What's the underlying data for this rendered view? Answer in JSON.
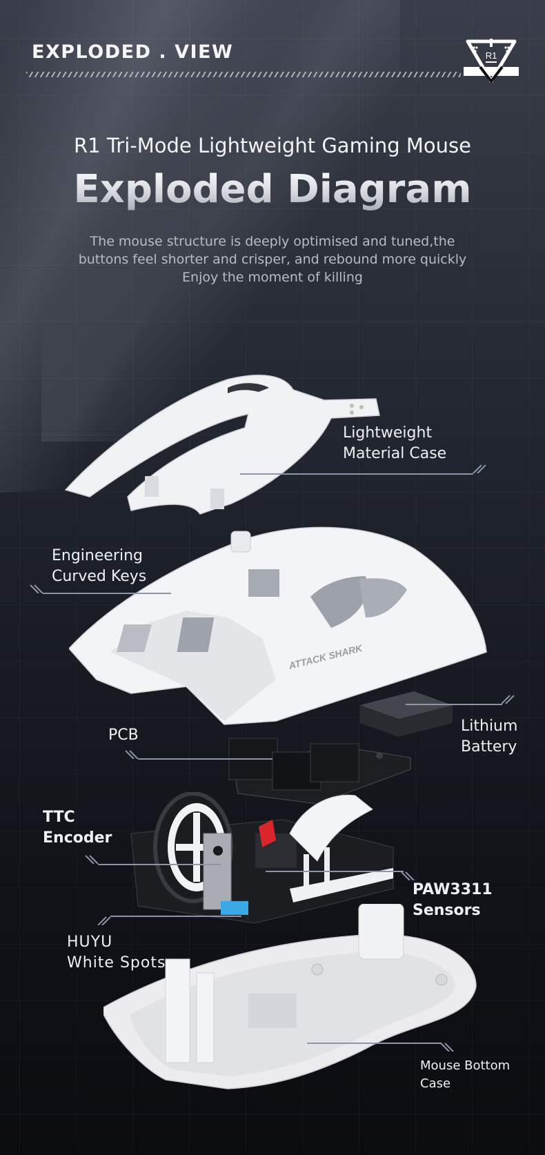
{
  "header": {
    "section_title": "EXPLODED . VIEW",
    "logo_text": "R1",
    "logo_icon": "triangle-r1-badge-icon"
  },
  "hero": {
    "subtitle": "R1 Tri-Mode Lightweight Gaming Mouse",
    "title": "Exploded Diagram",
    "description_lines": [
      "The mouse structure is deeply optimised and tuned,the",
      "buttons feel shorter and crisper, and rebound more quickly",
      "Enjoy the moment of killing"
    ]
  },
  "brand_mark": "ATTACK SHARK",
  "components": [
    {
      "id": "top-case",
      "label_lines": [
        "Lightweight",
        "Material Case"
      ]
    },
    {
      "id": "curved-keys",
      "label_lines": [
        "Engineering",
        "Curved Keys"
      ]
    },
    {
      "id": "battery",
      "label_lines": [
        "Lithium",
        "Battery"
      ]
    },
    {
      "id": "pcb",
      "label_lines": [
        "PCB"
      ]
    },
    {
      "id": "encoder",
      "label_lines": [
        "TTC",
        "Encoder"
      ]
    },
    {
      "id": "sensor",
      "label_lines": [
        "PAW3311",
        "Sensors"
      ]
    },
    {
      "id": "switches",
      "label_lines": [
        "HUYU",
        "White Spots"
      ]
    },
    {
      "id": "bottom-case",
      "label_lines": [
        "Mouse Bottom",
        "Case"
      ]
    }
  ],
  "colors": {
    "background_top": "#3a3e4a",
    "background_bottom": "#0b0c10",
    "leader_line": "#8d96a8",
    "text": "#eef0f3",
    "description": "#b9bcc4",
    "switch_blue": "#3aa9e6",
    "accent_red": "#d8262b"
  }
}
